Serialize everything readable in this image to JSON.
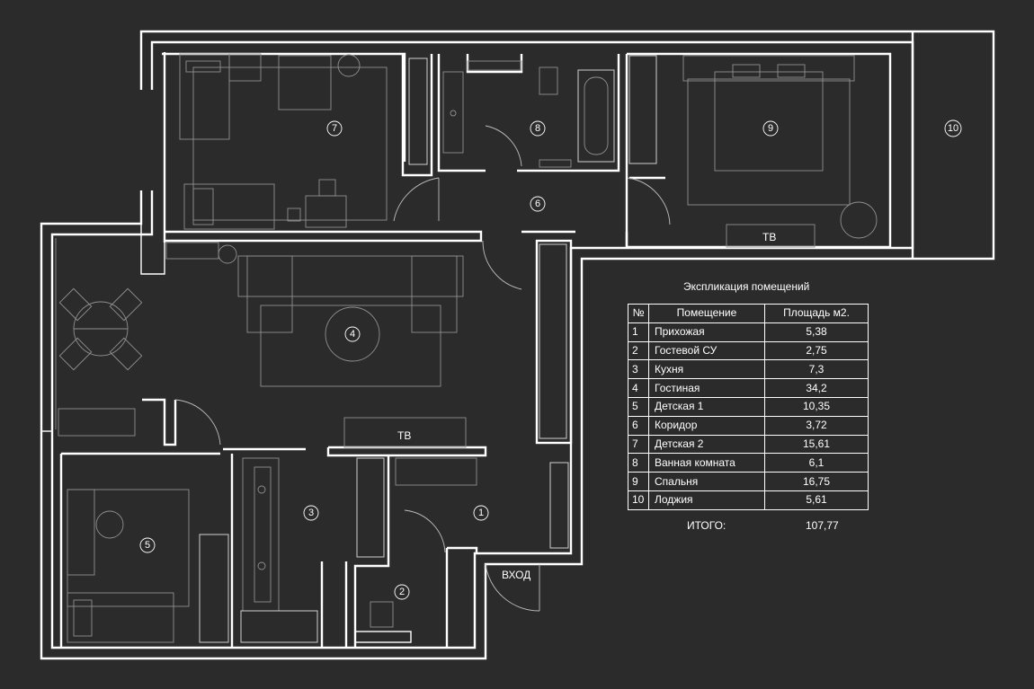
{
  "plan": {
    "rooms": [
      {
        "num": "1"
      },
      {
        "num": "2"
      },
      {
        "num": "3"
      },
      {
        "num": "4"
      },
      {
        "num": "5"
      },
      {
        "num": "6"
      },
      {
        "num": "7"
      },
      {
        "num": "8"
      },
      {
        "num": "9"
      },
      {
        "num": "10"
      }
    ],
    "tv_label": "ТВ",
    "entrance_label": "ВХОД"
  },
  "legend": {
    "title": "Экспликация помещений",
    "headers": [
      "№",
      "Помещение",
      "Площадь м2."
    ],
    "rows": [
      {
        "n": "1",
        "room": "Прихожая",
        "area": "5,38"
      },
      {
        "n": "2",
        "room": "Гостевой СУ",
        "area": "2,75"
      },
      {
        "n": "3",
        "room": "Кухня",
        "area": "7,3"
      },
      {
        "n": "4",
        "room": "Гостиная",
        "area": "34,2"
      },
      {
        "n": "5",
        "room": "Детская 1",
        "area": "10,35"
      },
      {
        "n": "6",
        "room": "Коридор",
        "area": "3,72"
      },
      {
        "n": "7",
        "room": "Детская 2",
        "area": "15,61"
      },
      {
        "n": "8",
        "room": "Ванная комната",
        "area": "6,1"
      },
      {
        "n": "9",
        "room": "Спальня",
        "area": "16,75"
      },
      {
        "n": "10",
        "room": "Лоджия",
        "area": "5,61"
      }
    ],
    "total_label": "ИТОГО:",
    "total_value": "107,77"
  },
  "colors": {
    "background": "#2b2b2b",
    "lines": "#ffffff",
    "furniture": "#8f8f8f"
  }
}
